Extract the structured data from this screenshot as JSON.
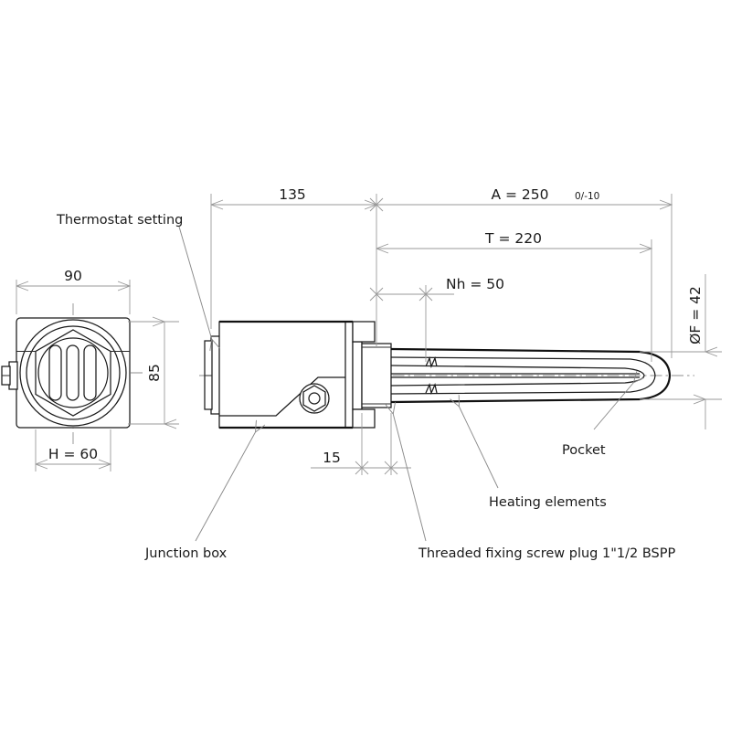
{
  "drawing": {
    "title": "Immersion heater with junction box - technical drawing",
    "background_color": "#ffffff",
    "line_color": "#1a1a1a",
    "dimension_color": "#9a9a9a",
    "text_color": "#1a1a1a"
  },
  "dimensions": {
    "box_length": "135",
    "overall_length_label": "A = 250",
    "overall_length_tolerance": "0/-10",
    "tube_length_label": "T = 220",
    "heated_length_label": "Nh = 50",
    "pocket_diameter_label": "ØF = 42",
    "box_width": "90",
    "box_height": "85",
    "hex_across_flats": "H = 60",
    "thread_length": "15"
  },
  "callouts": {
    "thermostat_setting": "Thermostat setting",
    "junction_box": "Junction box",
    "threaded_plug": "Threaded fixing screw plug 1\"1/2 BSPP",
    "heating_elements": "Heating elements",
    "pocket": "Pocket"
  },
  "views": {
    "front_view_name": "front-elevation-view",
    "side_view_name": "side-section-view"
  }
}
